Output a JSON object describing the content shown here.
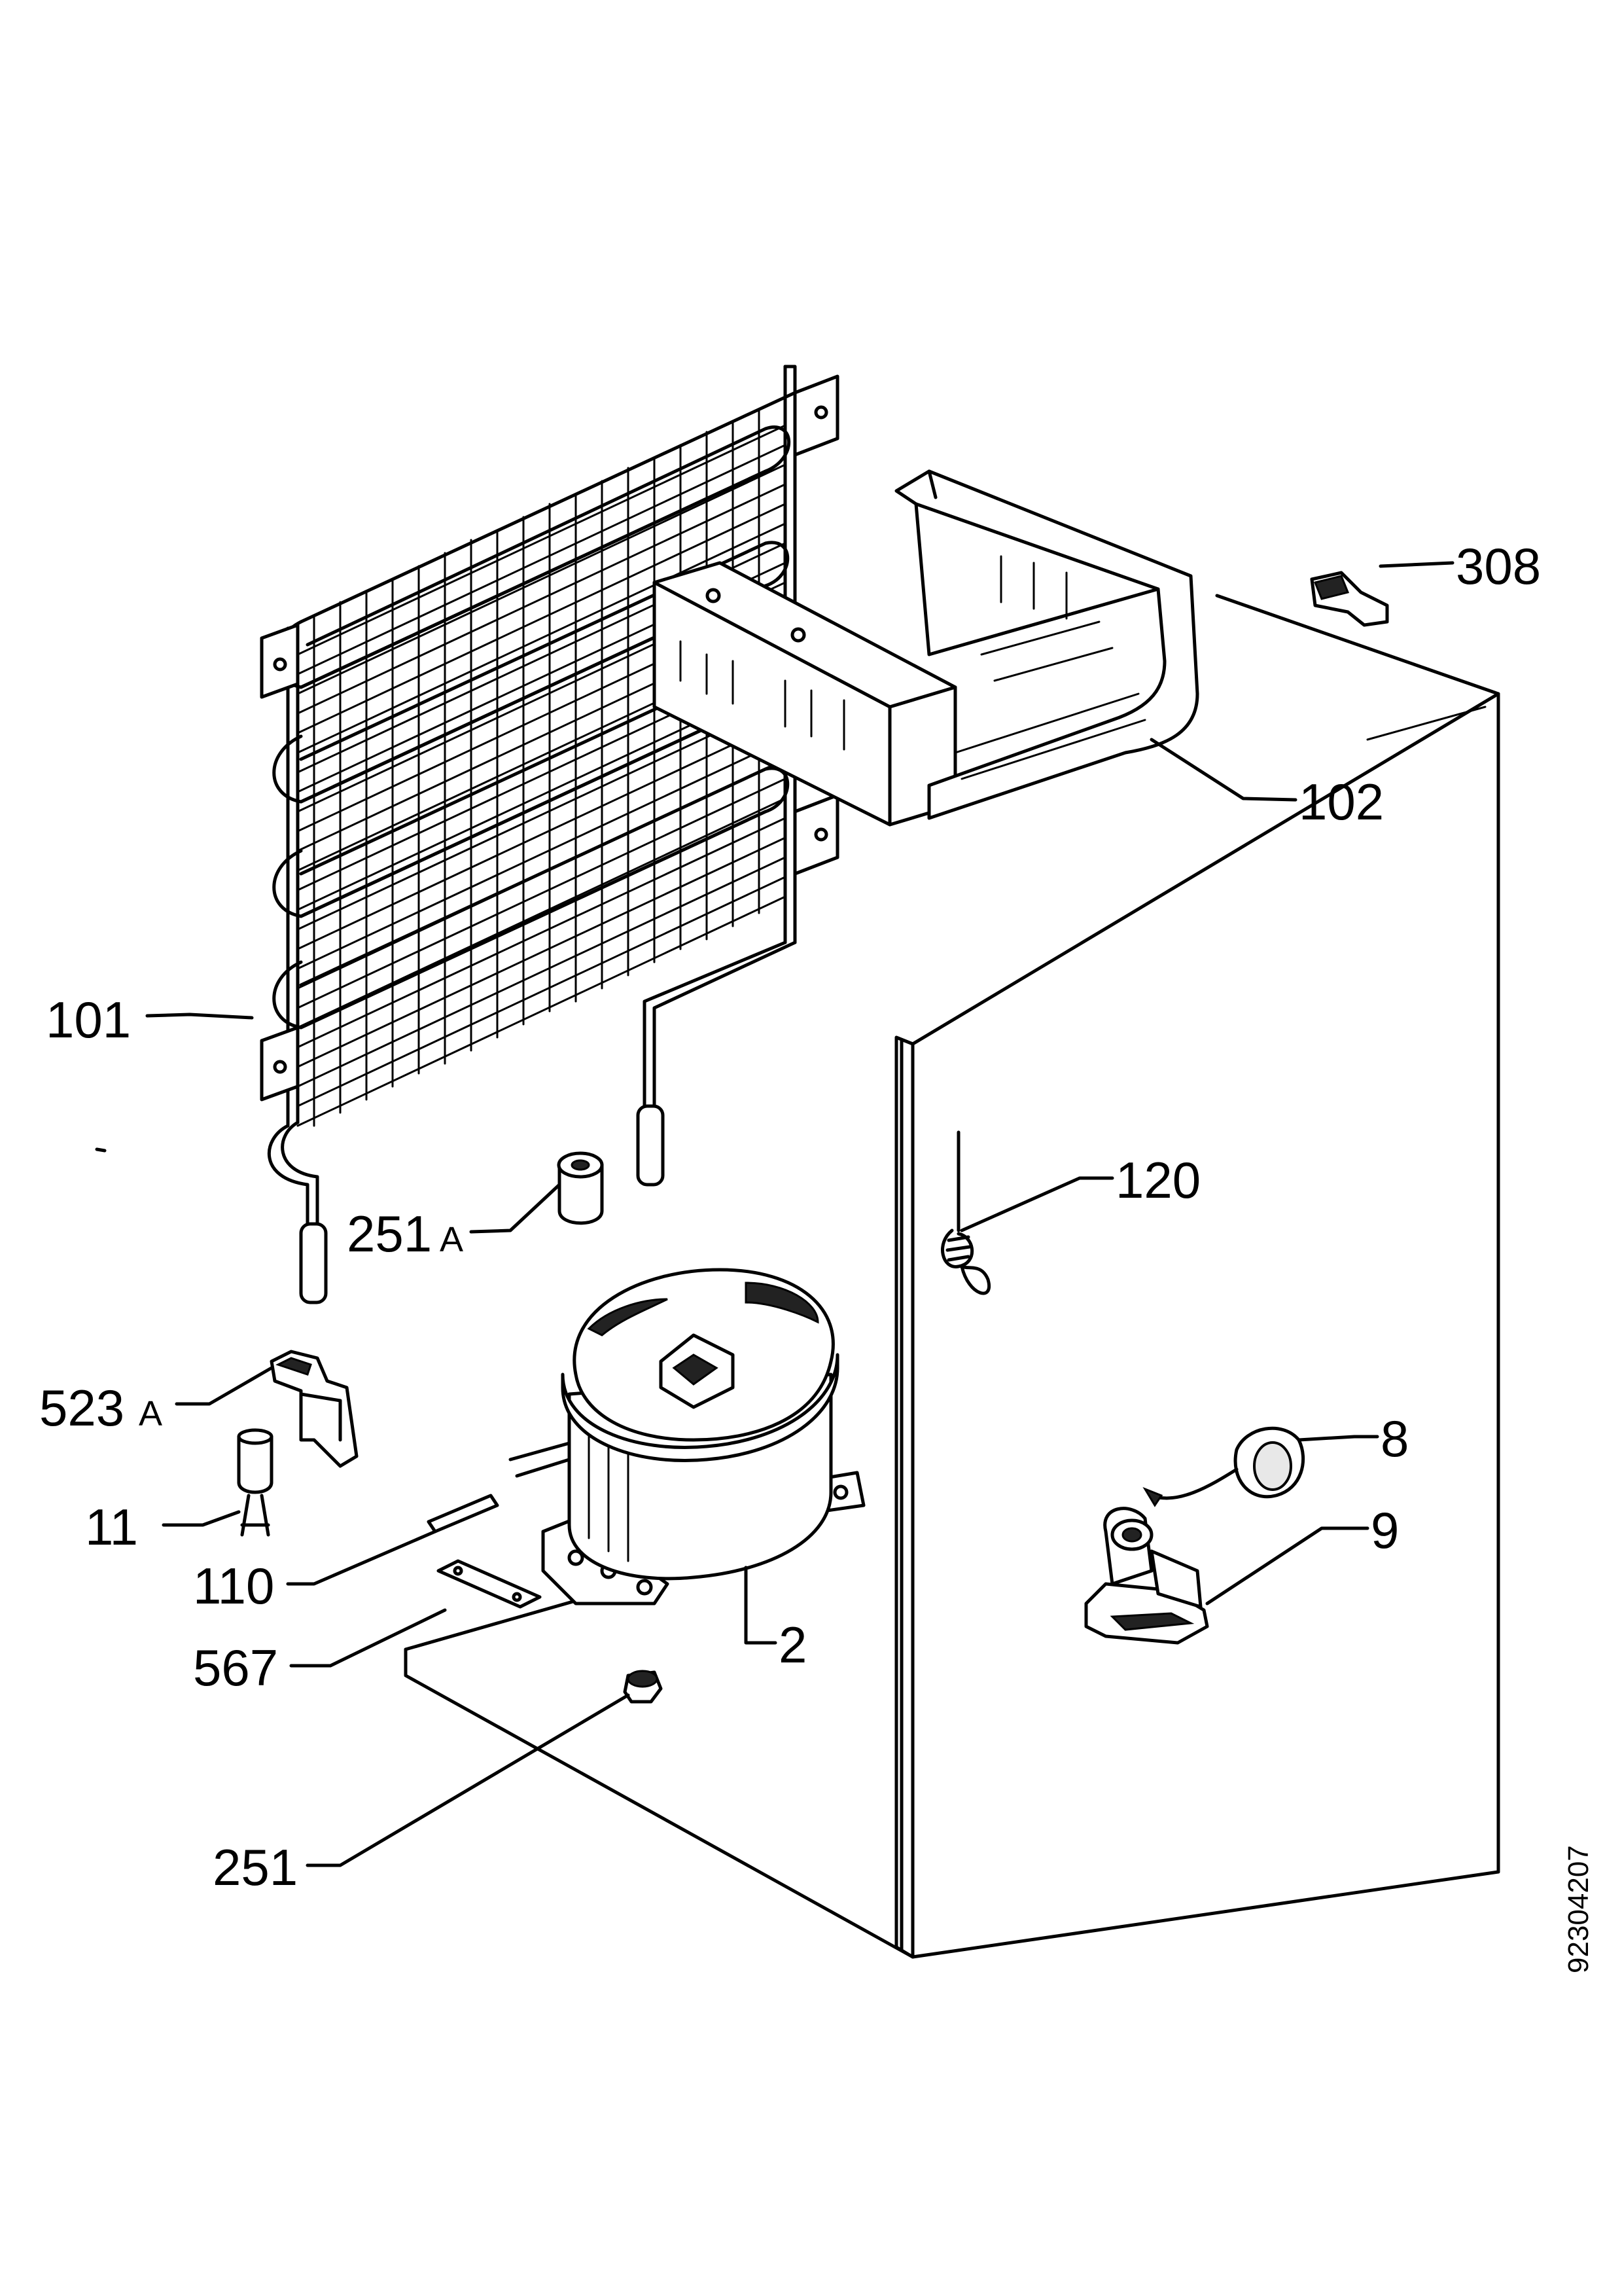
{
  "labels": {
    "p308": "308",
    "p102": "102",
    "p101": "101",
    "p120": "120",
    "p251a_num": "251",
    "p251a_suffix": "A",
    "p523a_num": "523",
    "p523a_suffix": "A",
    "p8": "8",
    "p9": "9",
    "p11": "11",
    "p110": "110",
    "p2": "2",
    "p567": "567",
    "p251": "251"
  },
  "drawing_code": "92304207"
}
